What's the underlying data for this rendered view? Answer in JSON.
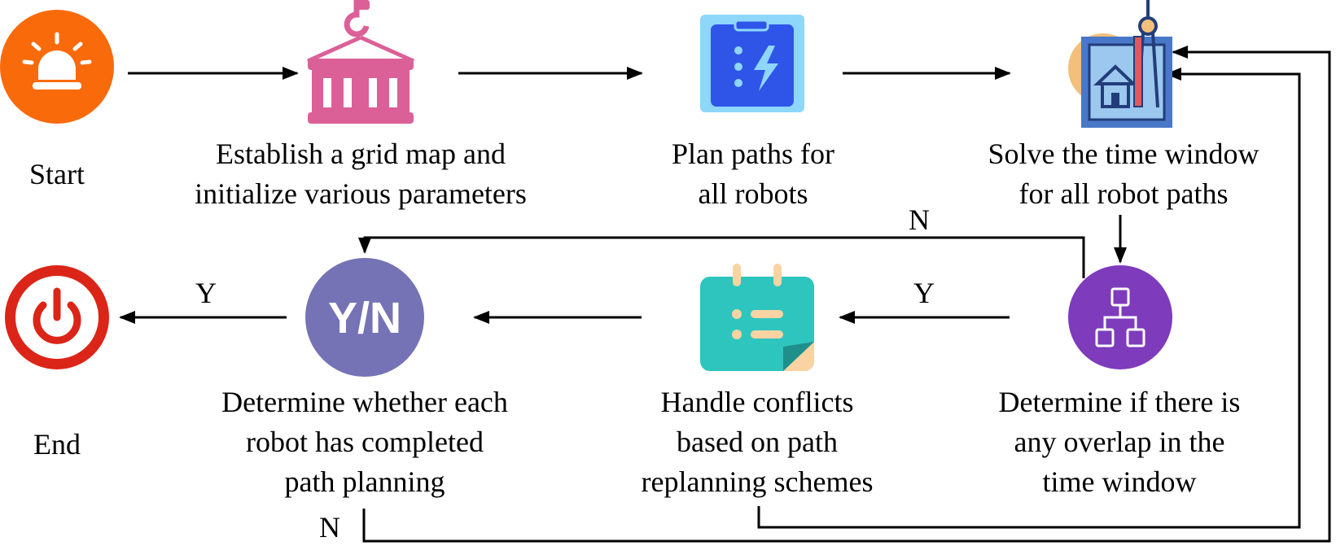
{
  "nodes": {
    "start": {
      "label": [
        "Start"
      ],
      "icon": "alarm-light-icon",
      "color": "#F96A0B"
    },
    "grid_map": {
      "label": [
        "Establish a grid map and",
        "initialize various parameters"
      ],
      "icon": "container-crane-icon",
      "color": "#DC6098"
    },
    "plan_paths": {
      "label": [
        "Plan paths for",
        "all robots"
      ],
      "icon": "clipboard-lightning-icon",
      "color": "#2F55E8"
    },
    "time_window": {
      "label": [
        "Solve the time window",
        "for all robot paths"
      ],
      "icon": "blueprint-house-icon",
      "color": "#4A78C8"
    },
    "overlap": {
      "label": [
        "Determine if there is",
        "any overlap in the",
        "time window"
      ],
      "icon": "hierarchy-icon",
      "color": "#7E3BBC"
    },
    "conflicts": {
      "label": [
        "Handle conflicts",
        "based on path",
        "replanning schemes"
      ],
      "icon": "calendar-list-icon",
      "color": "#2EC5BE"
    },
    "completed": {
      "label": [
        "Determine whether each",
        "robot has completed",
        "path planning"
      ],
      "icon": "yes-no-icon",
      "color": "#7573B5",
      "icon_text": "Y/N"
    },
    "end": {
      "label": [
        "End"
      ],
      "icon": "power-icon",
      "color": "#DB2518"
    }
  },
  "edges": {
    "overlap_yes": "Y",
    "overlap_no": "N",
    "completed_yes": "Y",
    "completed_no": "N"
  }
}
